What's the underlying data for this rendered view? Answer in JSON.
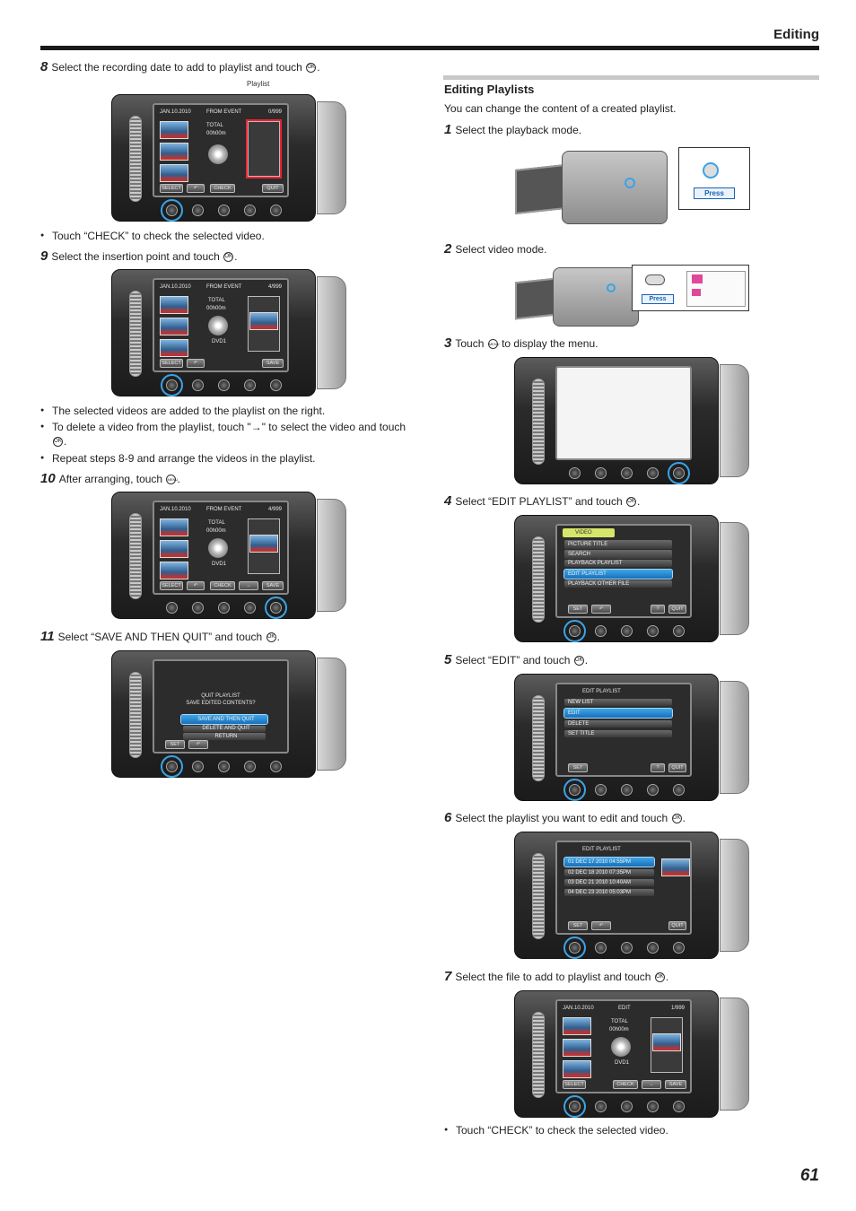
{
  "header": {
    "section": "Editing",
    "page_number": "61"
  },
  "left": {
    "step8": {
      "num": "8",
      "text": "Select the recording date to add to playlist and touch",
      "callout": "Playlist"
    },
    "step8_bullet": "Touch “CHECK” to check the selected video.",
    "step9": {
      "num": "9",
      "text": "Select the insertion point and touch"
    },
    "step9_bullets": [
      "The selected videos are added to the playlist on the right.",
      "To delete a video from the playlist, touch \"→\" to select the video and touch",
      "Repeat steps 8-9 and arrange the videos in the playlist."
    ],
    "step10": {
      "num": "10",
      "text": "After arranging, touch"
    },
    "step11": {
      "num": "11",
      "text": "Select “SAVE AND THEN QUIT” and touch"
    }
  },
  "right": {
    "title": "Editing Playlists",
    "desc": "You can change the content of a created playlist.",
    "step1": {
      "num": "1",
      "text": "Select the playback mode.",
      "press": "Press"
    },
    "step2": {
      "num": "2",
      "text": "Select video mode.",
      "press": "Press"
    },
    "step3": {
      "num": "3",
      "text_before": "Touch",
      "text_after": "to display the menu."
    },
    "step4": {
      "num": "4",
      "text": "Select “EDIT PLAYLIST” and touch"
    },
    "step5": {
      "num": "5",
      "text": "Select “EDIT” and touch"
    },
    "step6": {
      "num": "6",
      "text": "Select the playlist you want to edit and touch"
    },
    "step7": {
      "num": "7",
      "text": "Select the file to add to playlist and touch"
    },
    "step7_bullet": "Touch “CHECK” to check the selected video."
  },
  "screens": {
    "s8": {
      "date": "JAN.10.2010",
      "mode": "FROM EVENT",
      "count": "0/999",
      "total": "TOTAL",
      "time": "00h00m",
      "buttons": [
        "SELECT",
        "↶",
        "CHECK",
        "QUIT"
      ]
    },
    "s9": {
      "date": "JAN.10.2010",
      "mode": "FROM EVENT",
      "count": "4/999",
      "total": "TOTAL",
      "time": "00h00m",
      "disc": "DVD1",
      "buttons": [
        "SELECT",
        "↶",
        "SAVE"
      ]
    },
    "s10": {
      "date": "JAN.10.2010",
      "mode": "FROM EVENT",
      "count": "4/999",
      "total": "TOTAL",
      "time": "00h00m",
      "disc": "DVD1",
      "buttons": [
        "SELECT",
        "↶",
        "CHECK",
        "→",
        "SAVE"
      ]
    },
    "s11": {
      "line1": "QUIT PLAYLIST",
      "line2": "SAVE EDITED CONTENTS?",
      "options": [
        "SAVE AND THEN QUIT",
        "DELETE AND QUIT",
        "RETURN"
      ],
      "buttons": [
        "SET",
        "↶"
      ]
    },
    "r4": {
      "tab": "VIDEO",
      "items": [
        "PICTURE TITLE",
        "SEARCH",
        "PLAYBACK PLAYLIST",
        "EDIT PLAYLIST",
        "PLAYBACK OTHER FILE"
      ],
      "buttons": [
        "SET",
        "↶",
        "?",
        "QUIT"
      ]
    },
    "r5": {
      "title": "EDIT PLAYLIST",
      "items": [
        "NEW LIST",
        "EDIT",
        "DELETE",
        "SET TITLE"
      ],
      "buttons": [
        "SET",
        "?",
        "QUIT"
      ]
    },
    "r6": {
      "title": "EDIT PLAYLIST",
      "items": [
        "01 DEC 17 2010 04:55PM",
        "02 DEC 18 2010 07:35PM",
        "03 DEC 21 2010 10:40AM",
        "04 DEC 23 2010 05:03PM"
      ],
      "buttons": [
        "SET",
        "↶",
        "QUIT"
      ]
    },
    "r7": {
      "date": "JAN.10.2010",
      "mode": "EDIT",
      "count": "1/999",
      "total": "TOTAL",
      "time": "00h00m",
      "disc": "DVD1",
      "buttons": [
        "SELECT",
        "CHECK",
        "→",
        "SAVE"
      ]
    }
  },
  "icons": {
    "ok": "OK",
    "menu": "MENU"
  }
}
